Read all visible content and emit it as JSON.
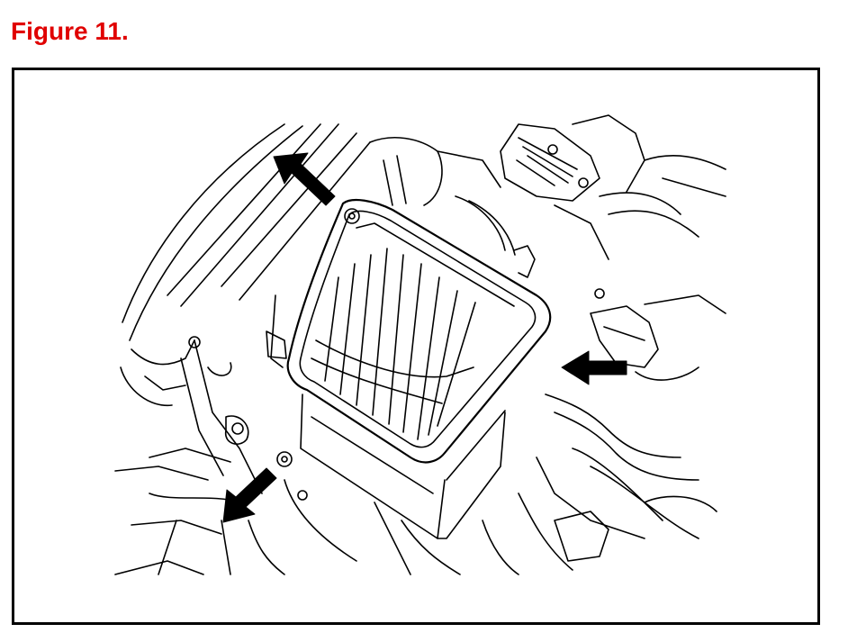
{
  "figure": {
    "title": "Figure 11.",
    "title_color": "#e00000",
    "frame_color": "#000000"
  },
  "illustration": {
    "subject": "line-art-engine-compartment-air-cleaner-box",
    "arrows": [
      "arrow-upper-left",
      "arrow-right",
      "arrow-lower-left"
    ]
  }
}
